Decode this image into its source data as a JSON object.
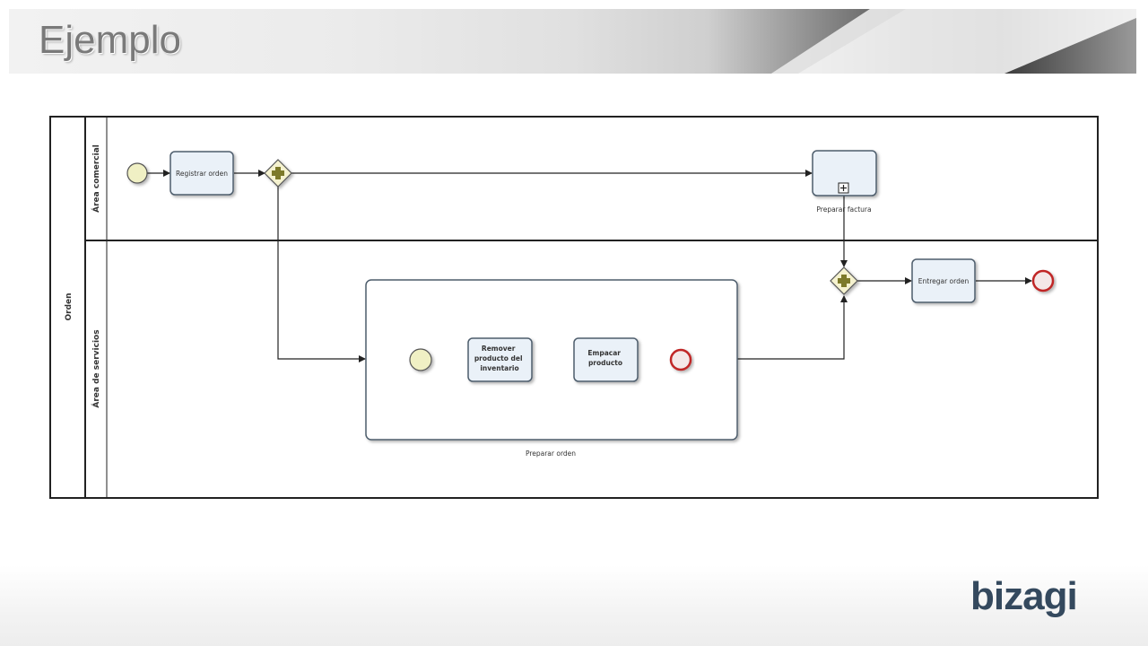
{
  "slide": {
    "title": "Ejemplo",
    "logo_text": "bizagi"
  },
  "pool": {
    "label": "Orden",
    "lanes": [
      {
        "label": "Área comercial"
      },
      {
        "label": "Área de servicios"
      }
    ]
  },
  "tasks": {
    "registrar": "Registrar orden",
    "preparar_factura": "Preparar factura",
    "entregar": "Entregar orden",
    "remover": [
      "Remover",
      "producto del",
      "inventario"
    ],
    "empacar": [
      "Empacar",
      "producto"
    ],
    "preparar_orden": "Preparar orden"
  },
  "colors": {
    "start_event": "#f0f0c4",
    "end_event": "#e43030",
    "gateway": "#f5f2cf",
    "gateway_plus": "#7d7a2a",
    "task_fill": "#eaf1f8",
    "task_stroke": "#4e5d6c",
    "logo": "#34495e"
  }
}
